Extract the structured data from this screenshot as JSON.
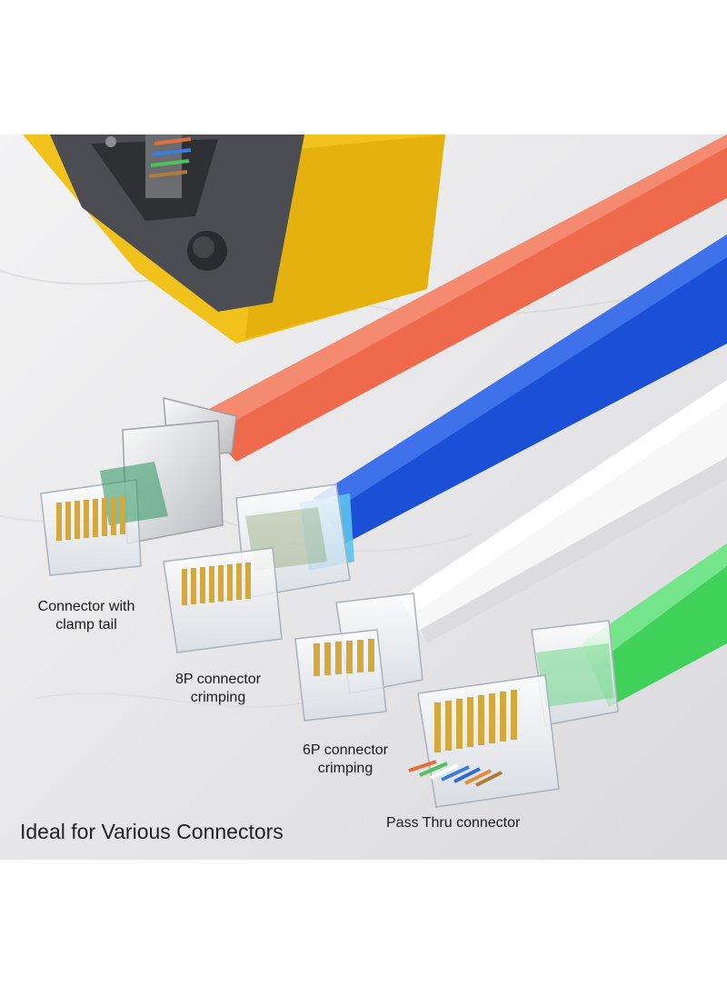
{
  "labels": {
    "clamp_tail": "Connector with\nclamp tail",
    "p8": "8P connector\ncrimping",
    "p6": "6P connector\ncrimping",
    "pass_thru": "Pass Thru connector"
  },
  "caption": "Ideal for Various Connectors",
  "colors": {
    "background": "#e9e9ea",
    "tool_body": "#f1c21b",
    "tool_dark": "#4b4d52",
    "cable_red": "#ef6a4c",
    "cable_blue": "#1a4fd6",
    "cable_white": "#f7f7f7",
    "cable_green": "#3fd15a",
    "pins": "#d4a93a"
  }
}
